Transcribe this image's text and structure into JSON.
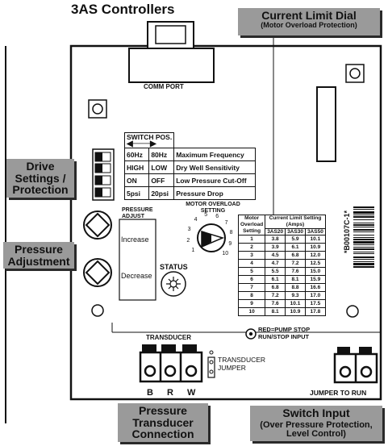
{
  "title": "3AS Controllers",
  "callouts": {
    "current_limit_title": "Current Limit Dial",
    "current_limit_sub": "(Motor Overload Protection)",
    "drive_settings": "Drive Settings / Protection",
    "pressure_adjustment": "Pressure Adjustment",
    "pressure_transducer": "Pressure Transducer Connection",
    "switch_input_main": "Switch Input",
    "switch_input_sub": "(Over Pressure Protection, Level Control)"
  },
  "board": {
    "comm_port": "COMM PORT",
    "pressure_adjust": "PRESSURE ADJUST",
    "increase": "Increase",
    "decrease": "Decrease",
    "status": "STATUS",
    "dial_label": "MOTOR OVERLOAD SETTING",
    "dial_numbers": [
      "1",
      "2",
      "3",
      "4",
      "5",
      "6",
      "7",
      "8",
      "9",
      "10"
    ],
    "transducer": "TRANSDUCER",
    "transducer_jumper": "TRANSDUCER JUMPER",
    "terminal_b": "B",
    "terminal_r": "R",
    "terminal_w": "W",
    "jumper_to_run": "JUMPER TO RUN",
    "red_stop_1": "RED=PUMP STOP",
    "red_stop_2": "RUN/STOP INPUT",
    "barcode_text": "*B00107C-1*"
  },
  "switch_table": {
    "header": "SWITCH POS.",
    "rows": [
      {
        "a": "60Hz",
        "b": "80Hz",
        "label": "Maximum Frequency"
      },
      {
        "a": "HIGH",
        "b": "LOW",
        "label": "Dry Well Sensitivity"
      },
      {
        "a": "ON",
        "b": "OFF",
        "label": "Low Pressure Cut-Off"
      },
      {
        "a": "5psi",
        "b": "20psi",
        "label": "Pressure Drop"
      }
    ]
  },
  "limit_table": {
    "col_setting_1": "Motor",
    "col_setting_2": "Overload",
    "col_setting_3": "Setting",
    "col_group": "Current Limit Setting",
    "col_units": "(Amps)",
    "models": [
      "3AS20",
      "3AS30",
      "3AS50"
    ],
    "rows": [
      [
        "1",
        "3.8",
        "5.9",
        "10.1"
      ],
      [
        "2",
        "3.9",
        "6.1",
        "10.9"
      ],
      [
        "3",
        "4.5",
        "6.8",
        "12.0"
      ],
      [
        "4",
        "4.7",
        "7.2",
        "12.5"
      ],
      [
        "5",
        "5.5",
        "7.6",
        "15.0"
      ],
      [
        "6",
        "6.1",
        "8.1",
        "15.9"
      ],
      [
        "7",
        "6.8",
        "8.8",
        "16.6"
      ],
      [
        "8",
        "7.2",
        "9.3",
        "17.0"
      ],
      [
        "9",
        "7.6",
        "10.1",
        "17.5"
      ],
      [
        "10",
        "8.1",
        "10.9",
        "17.8"
      ]
    ]
  }
}
